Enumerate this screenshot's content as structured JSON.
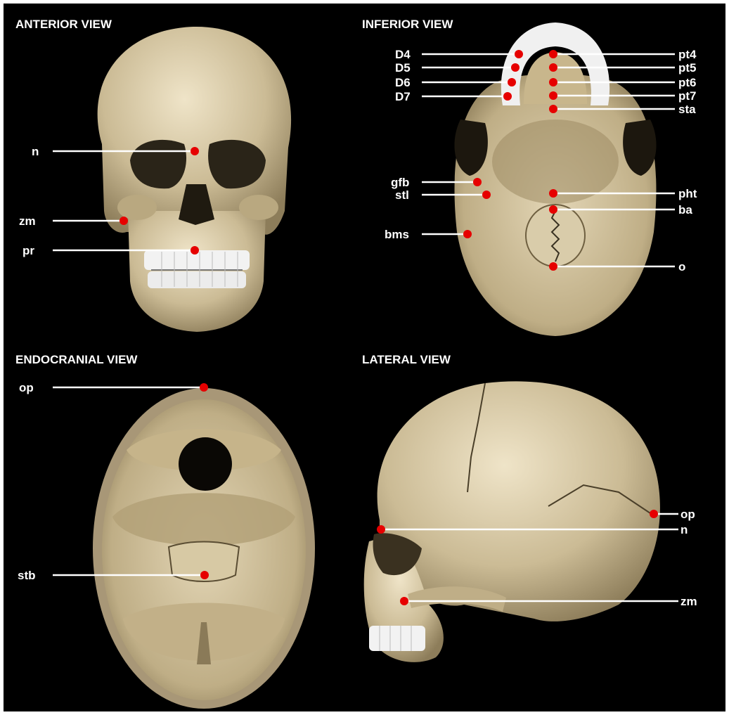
{
  "colors": {
    "background": "#000000",
    "border": "#ffffff",
    "bone": "#d8c9a6",
    "bone_dark": "#8f7f5c",
    "teeth": "#f2f2f2",
    "landmark": "#e60000",
    "leader": "#ffffff"
  },
  "panels": {
    "anterior": {
      "title": "ANTERIOR VIEW",
      "landmarks": {
        "n": "n",
        "zm": "zm",
        "pr": "pr"
      }
    },
    "inferior": {
      "title": "INFERIOR VIEW",
      "landmarks": {
        "D4": "D4",
        "D5": "D5",
        "D6": "D6",
        "D7": "D7",
        "pt4": "pt4",
        "pt5": "pt5",
        "pt6": "pt6",
        "pt7": "pt7",
        "sta": "sta",
        "gfb": "gfb",
        "stl": "stl",
        "pht": "pht",
        "ba": "ba",
        "bms": "bms",
        "o": "o"
      }
    },
    "endocranial": {
      "title": "ENDOCRANIAL VIEW",
      "landmarks": {
        "op": "op",
        "stb": "stb"
      }
    },
    "lateral": {
      "title": "LATERAL VIEW",
      "landmarks": {
        "op": "op",
        "n": "n",
        "zm": "zm"
      }
    }
  }
}
